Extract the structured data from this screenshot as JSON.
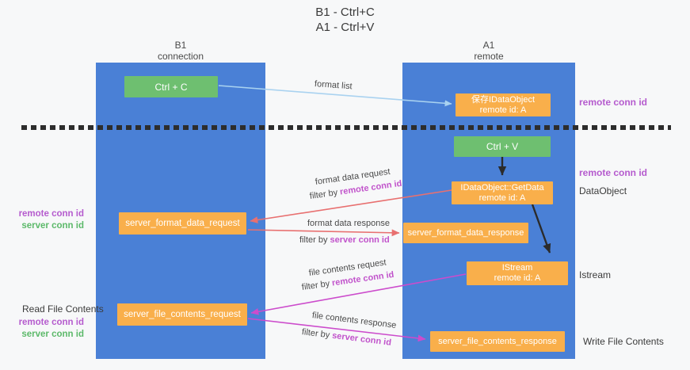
{
  "title": {
    "line1": "B1 - Ctrl+C",
    "line2": "A1 - Ctrl+V"
  },
  "lanes": {
    "left": {
      "title": "B1",
      "subtitle": "connection"
    },
    "right": {
      "title": "A1",
      "subtitle": "remote"
    }
  },
  "boxes": {
    "ctrl_c": "Ctrl + C",
    "ctrl_v": "Ctrl + V",
    "save_idataobject": {
      "line1": "保存IDataObject",
      "line2": "remote id: A"
    },
    "getdata": {
      "line1": "IDataObject::GetData",
      "line2": "remote id: A"
    },
    "istream": {
      "line1": "IStream",
      "line2": "remote id: A"
    },
    "server_format_data_request": "server_format_data_request",
    "server_format_data_response": "server_format_data_response",
    "server_file_contents_request": "server_file_contents_request",
    "server_file_contents_response": "server_file_contents_response"
  },
  "arrow_labels": {
    "format_list": "format list",
    "format_data_request": {
      "line1": "format data request",
      "prefix": "filter by ",
      "filter": "remote conn id"
    },
    "format_data_response": {
      "line1": "format data response",
      "prefix": "filter by ",
      "filter": "server conn id"
    },
    "file_contents_request": {
      "line1": "file contents request",
      "prefix": "filter by ",
      "filter": "remote conn id"
    },
    "file_contents_response": {
      "line1": "file contents response",
      "prefix": "filter by ",
      "filter": "server conn id"
    }
  },
  "side_labels": {
    "right_remote_conn_id_1": "remote conn id",
    "right_remote_conn_id_2": "remote conn id",
    "dataobject": "DataObject",
    "istream": "Istream",
    "write_file_contents": "Write File Contents",
    "left_remote_conn_id_1": "remote conn id",
    "left_server_conn_id_1": "server conn id",
    "read_file_contents": "Read File Contents",
    "left_remote_conn_id_2": "remote conn id",
    "left_server_conn_id_2": "server conn id"
  },
  "colors": {
    "lane_blue": "#4a80d6",
    "box_green": "#6ebf70",
    "box_orange": "#f9af4b",
    "arrow_blue": "#a9d2f0",
    "arrow_red": "#e87070",
    "arrow_magenta": "#cc4ccc",
    "arrow_black": "#2b2b2b",
    "conn_id_purple": "#b55bce",
    "conn_id_green": "#5cb96a"
  }
}
